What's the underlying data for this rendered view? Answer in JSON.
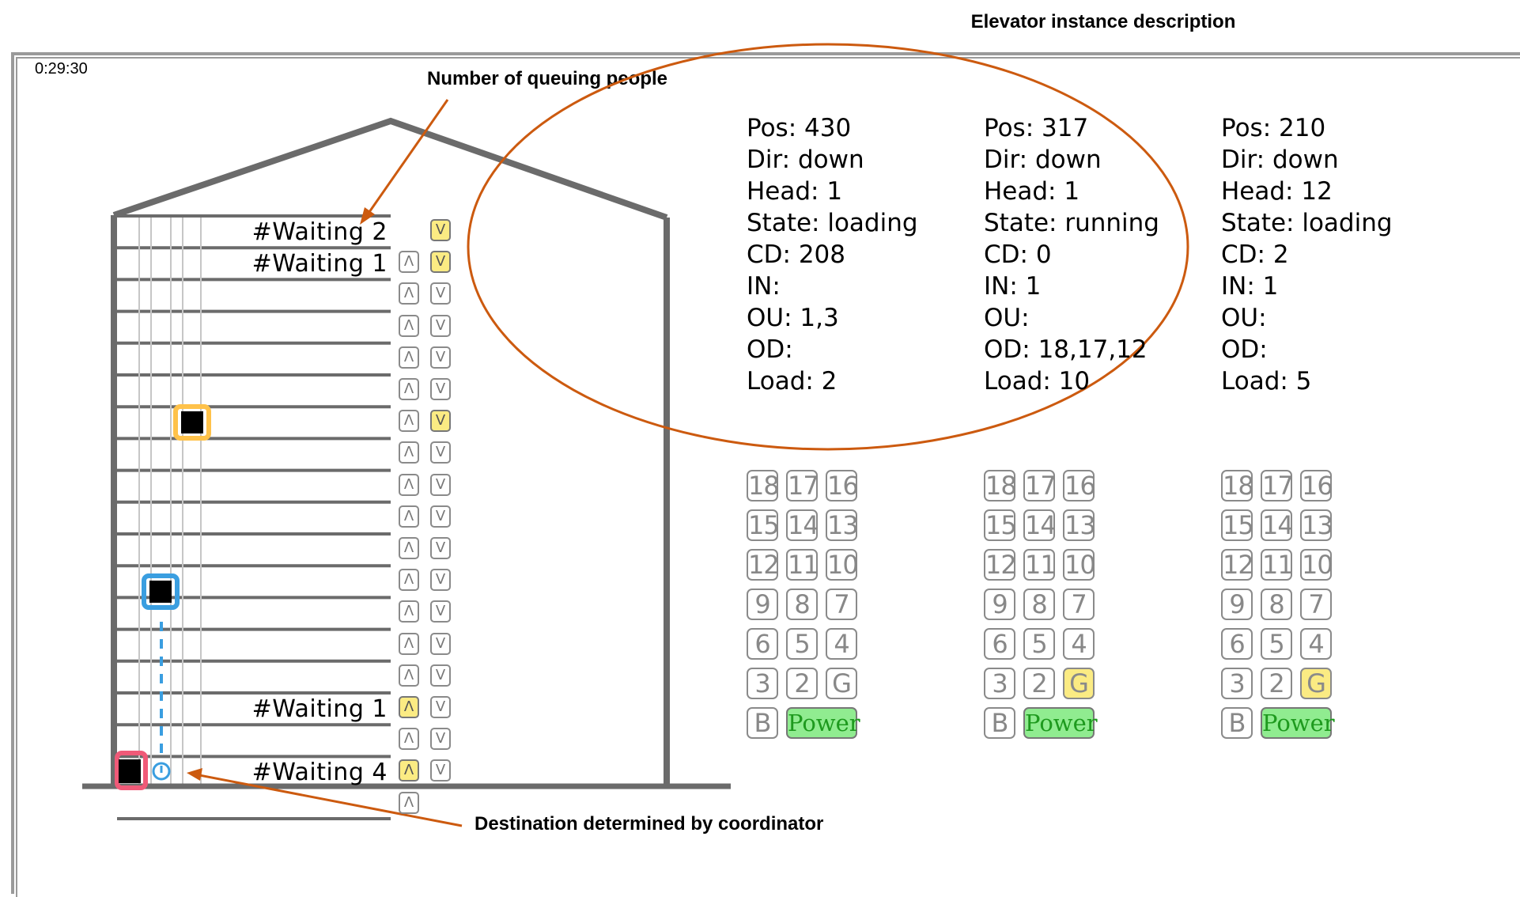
{
  "annotations": {
    "elevator_instance": "Elevator instance description",
    "queuing_people": "Number of queuing people",
    "destination": "Destination determined by coordinator",
    "color": "#cc5a0f"
  },
  "clock": "0:29:30",
  "waiting_labels": [
    {
      "floor_index": 0,
      "text": "#Waiting 2"
    },
    {
      "floor_index": 1,
      "text": "#Waiting 1"
    },
    {
      "floor_index": 15,
      "text": "#Waiting 1"
    },
    {
      "floor_index": 17,
      "text": "#Waiting 4"
    }
  ],
  "hall_buttons": {
    "up_label": "Λ",
    "down_label": "V",
    "floors": [
      {
        "up": null,
        "down": "lit"
      },
      {
        "up": "off",
        "down": "lit"
      },
      {
        "up": "off",
        "down": "off"
      },
      {
        "up": "off",
        "down": "off"
      },
      {
        "up": "off",
        "down": "off"
      },
      {
        "up": "off",
        "down": "off"
      },
      {
        "up": "off",
        "down": "lit"
      },
      {
        "up": "off",
        "down": "off"
      },
      {
        "up": "off",
        "down": "off"
      },
      {
        "up": "off",
        "down": "off"
      },
      {
        "up": "off",
        "down": "off"
      },
      {
        "up": "off",
        "down": "off"
      },
      {
        "up": "off",
        "down": "off"
      },
      {
        "up": "off",
        "down": "off"
      },
      {
        "up": "off",
        "down": "off"
      },
      {
        "up": "lit",
        "down": "off"
      },
      {
        "up": "off",
        "down": "off"
      },
      {
        "up": "lit",
        "down": "off"
      },
      {
        "up": "off",
        "down": null
      }
    ]
  },
  "elevators": [
    {
      "lines": [
        "Pos: 430",
        "Dir: down",
        "Head: 1",
        "State: loading",
        "CD: 208",
        "IN:",
        "OU: 1,3",
        "OD:",
        "Load: 2"
      ],
      "car_color": "#f05a78",
      "lit_buttons": []
    },
    {
      "lines": [
        "Pos: 317",
        "Dir: down",
        "Head: 1",
        "State: running",
        "CD: 0",
        "IN: 1",
        "OU:",
        "OD: 18,17,12",
        "Load: 10"
      ],
      "car_color": "#3a9ee0",
      "lit_buttons": [
        "G"
      ]
    },
    {
      "lines": [
        "Pos: 210",
        "Dir: down",
        "Head: 12",
        "State: loading",
        "CD: 2",
        "IN: 1",
        "OU:",
        "OD:",
        "Load: 5"
      ],
      "car_color": "#ffc24a",
      "lit_buttons": [
        "G"
      ]
    }
  ],
  "car_buttons": [
    [
      "18",
      "17",
      "16"
    ],
    [
      "15",
      "14",
      "13"
    ],
    [
      "12",
      "11",
      "10"
    ],
    [
      "9",
      "8",
      "7"
    ],
    [
      "6",
      "5",
      "4"
    ],
    [
      "3",
      "2",
      "G"
    ],
    [
      "B",
      "Power"
    ]
  ],
  "destination_icon": "power-icon"
}
